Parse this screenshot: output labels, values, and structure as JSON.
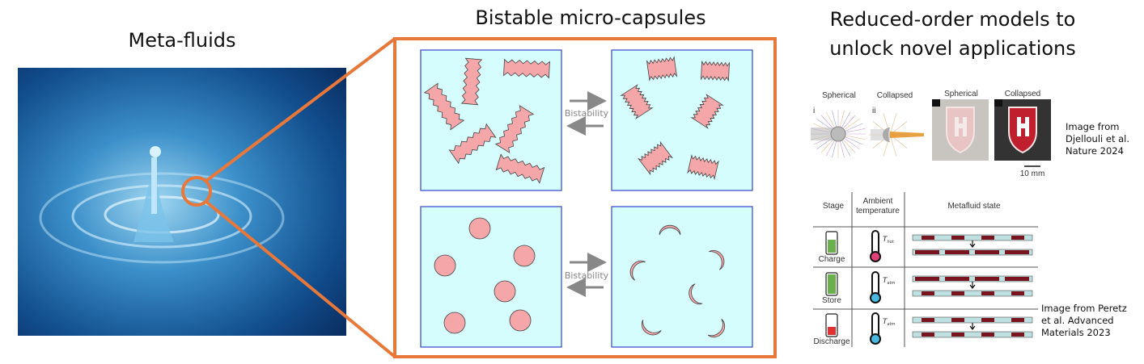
{
  "titles": {
    "left": "Meta-fluids",
    "middle": "Bistable micro-capsules",
    "right_line1": "Reduced-order models to",
    "right_line2": "unlock novel applications"
  },
  "middle": {
    "arrow_label_top": "Bistability",
    "arrow_label_bottom": "Bistability"
  },
  "figure1": {
    "label_spherical_a": "Spherical",
    "label_collapsed_a": "Collapsed",
    "label_spherical_b": "Spherical",
    "label_collapsed_b": "Collapsed",
    "panel_i": "i",
    "panel_ii": "ii",
    "scale": "10 mm",
    "caption_lines": [
      "Image from",
      "Djellouli et al.",
      "Nature 2024"
    ]
  },
  "figure2": {
    "headers": [
      "Stage",
      "Ambient",
      "temperature",
      "Metafluid state"
    ],
    "rows": [
      {
        "stage": "Charge",
        "temp": "T",
        "temp_sub": "hot",
        "battery_color": "#6ab04c",
        "bulb_color": "#e0407a"
      },
      {
        "stage": "Store",
        "temp": "T",
        "temp_sub": "atm",
        "battery_color": "#6ab04c",
        "bulb_color": "#4ab8e0"
      },
      {
        "stage": "Discharge",
        "temp": "T",
        "temp_sub": "atm",
        "battery_color": "#e03030",
        "bulb_color": "#4ab8e0"
      }
    ],
    "caption_lines": [
      "Image from Peretz",
      "et al. Advanced",
      "Materials 2023"
    ]
  },
  "colors": {
    "orange": "#e8783a",
    "panel_fill": "#d6fdfd",
    "panel_border": "#3344cc",
    "capsule": "#f4a6a8"
  }
}
